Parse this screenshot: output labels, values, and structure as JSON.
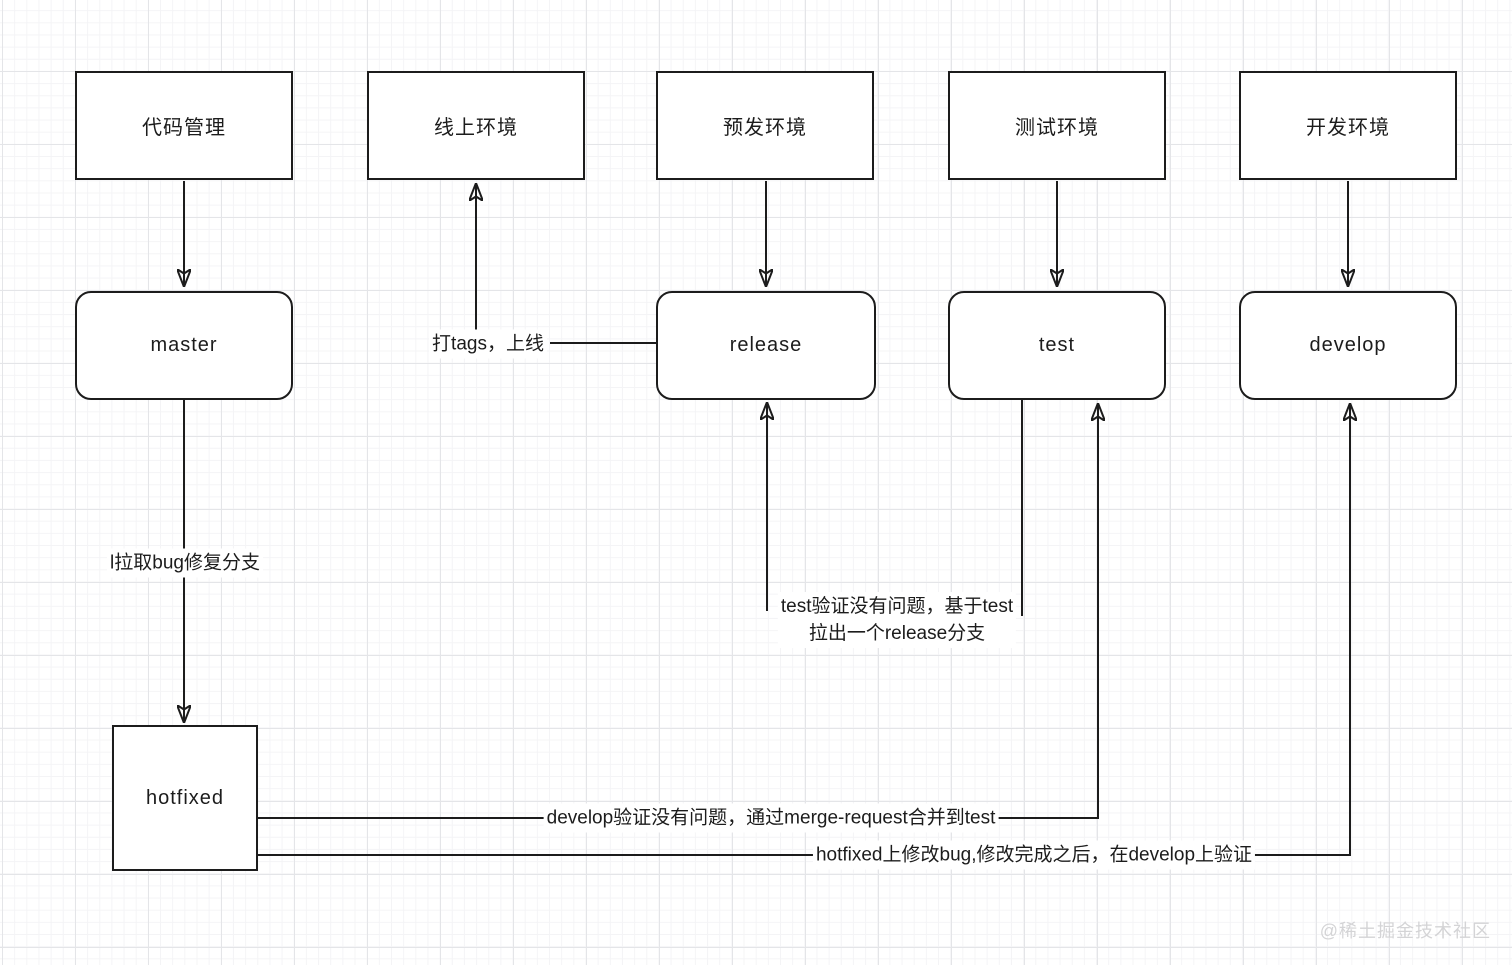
{
  "diagram": {
    "env_boxes": [
      {
        "label": "代码管理"
      },
      {
        "label": "线上环境"
      },
      {
        "label": "预发环境"
      },
      {
        "label": "测试环境"
      },
      {
        "label": "开发环境"
      }
    ],
    "branch_boxes": [
      {
        "label": "master"
      },
      {
        "label": "release"
      },
      {
        "label": "test"
      },
      {
        "label": "develop"
      },
      {
        "label": "hotfixed"
      }
    ],
    "edge_labels": {
      "tag_and_deploy": "打tags，上线",
      "pull_bugfix_branch": "l拉取bug修复分支",
      "test_to_release_line1": "test验证没有问题，基于test",
      "test_to_release_line2": "拉出一个release分支",
      "merge_request_to_test": "develop验证没有问题，通过merge-request合并到test",
      "verify_on_develop": "hotfixed上修改bug,修改完成之后，在develop上验证"
    },
    "watermark": "@稀土掘金技术社区",
    "colors": {
      "stroke": "#1c1c1c",
      "box_fill": "#ffffff",
      "grid_minor": "#f4f4f6",
      "grid_major": "#e4e5e8",
      "watermark_text": "#d4d4d6"
    }
  }
}
